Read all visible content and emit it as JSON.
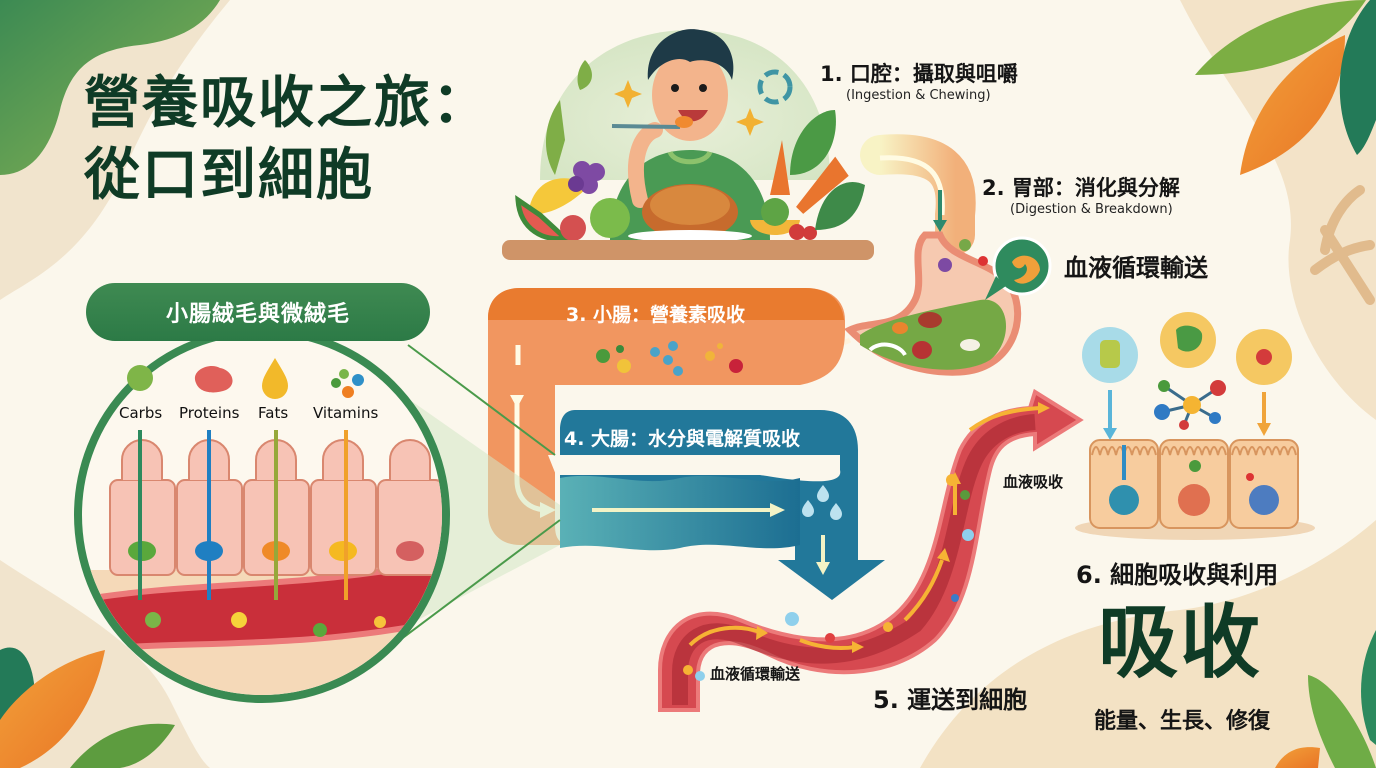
{
  "title": {
    "line1": "營養吸收之旅：",
    "line2": "從口到細胞"
  },
  "steps": [
    {
      "number": "1",
      "label": "1. 口腔：攝取與咀嚼",
      "subtitle": "(Ingestion & Chewing)"
    },
    {
      "number": "2",
      "label": "2. 胃部：消化與分解",
      "subtitle": "(Digestion & Breakdown)"
    },
    {
      "number": "3",
      "label": "3. 小腸：營養素吸收"
    },
    {
      "number": "4",
      "label": "4. 大腸：水分與電解質吸收"
    },
    {
      "number": "5",
      "label": "5. 運送到細胞"
    },
    {
      "number": "6",
      "label": "6. 細胞吸收與利用"
    }
  ],
  "annotations": {
    "stomach_bubble": "血液循環輸送",
    "blood_circulation": "血液循環輸送",
    "blood_absorption": "血液吸收"
  },
  "villi_panel": {
    "title": "小腸絨毛與微絨毛",
    "nutrients": [
      {
        "label": "Carbs",
        "icon": "broccoli-icon",
        "color": "#7fb548"
      },
      {
        "label": "Proteins",
        "icon": "meat-icon",
        "color": "#e0605a"
      },
      {
        "label": "Fats",
        "icon": "oil-drop-icon",
        "color": "#f2b92a"
      },
      {
        "label": "Vitamins",
        "icon": "vitamin-balls-icon",
        "color": "#e6802a"
      }
    ]
  },
  "result": {
    "headline": "吸收",
    "benefits": "能量、生長、修復"
  },
  "colors": {
    "background": "#fbf7ec",
    "title_green": "#0f3b26",
    "small_intestine": "#ee8a4f",
    "large_intestine": "#1f7393",
    "blood_vessel": "#c8333b",
    "villi_ring": "#3a8a52",
    "arrow_yellow": "#f4b632"
  }
}
